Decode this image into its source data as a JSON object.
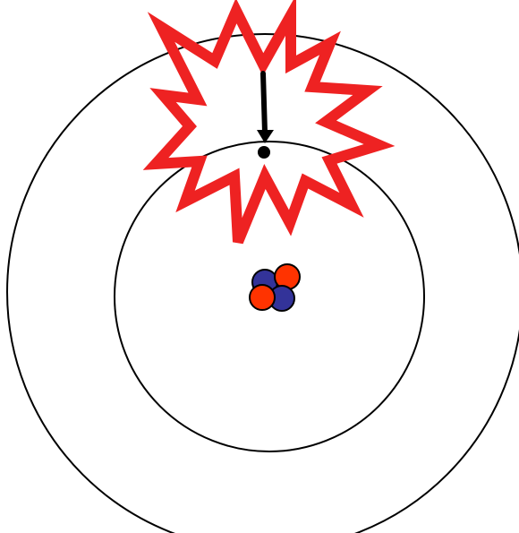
{
  "diagram": {
    "colors": {
      "background": "#ffffff",
      "orbit_stroke": "#000000",
      "explosion_stroke": "#ee2222",
      "arrow": "#000000",
      "electron": "#000000",
      "proton_fill": "#ff3300",
      "neutron_fill": "#333399"
    },
    "elements": {
      "outer_orbit": "outer-orbit",
      "inner_orbit": "inner-orbit",
      "explosion": "explosion-burst-icon",
      "arrow": "down-arrow-icon",
      "electron": "electron-dot",
      "nucleus": "nucleus"
    },
    "nucleus": {
      "protons": 2,
      "neutrons": 2
    }
  }
}
